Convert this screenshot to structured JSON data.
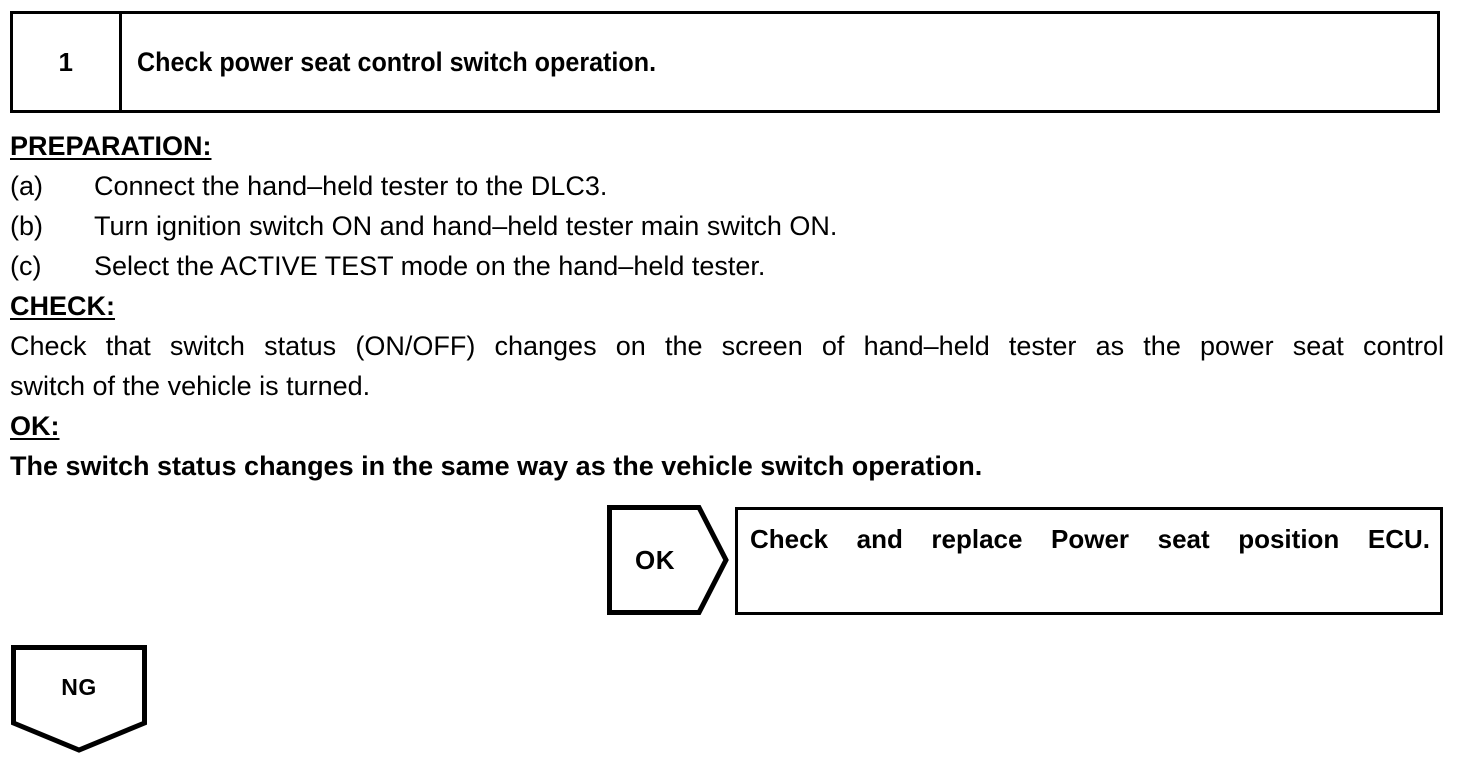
{
  "step": {
    "number": "1",
    "title": "Check power seat control switch operation."
  },
  "sections": {
    "preparation_heading": "PREPARATION:",
    "preparation_items": [
      {
        "label": "(a)",
        "text": "Connect the hand–held tester to the DLC3."
      },
      {
        "label": "(b)",
        "text": "Turn ignition switch ON and hand–held tester main switch ON."
      },
      {
        "label": "(c)",
        "text": "Select the ACTIVE TEST mode on the hand–held tester."
      }
    ],
    "check_heading": "CHECK:",
    "check_line1": "Check that switch status (ON/OFF) changes on the screen of hand–held tester as the power seat control",
    "check_line2": "switch of the vehicle is turned.",
    "ok_heading": "OK:",
    "ok_statement": "The switch status changes in the same way as the vehicle switch operation."
  },
  "flow": {
    "ok_branch_label": "OK",
    "ok_result_text": "Check and replace Power seat position ECU.",
    "ng_branch_label": "NG"
  },
  "colors": {
    "ink": "#000000",
    "paper": "#ffffff"
  }
}
